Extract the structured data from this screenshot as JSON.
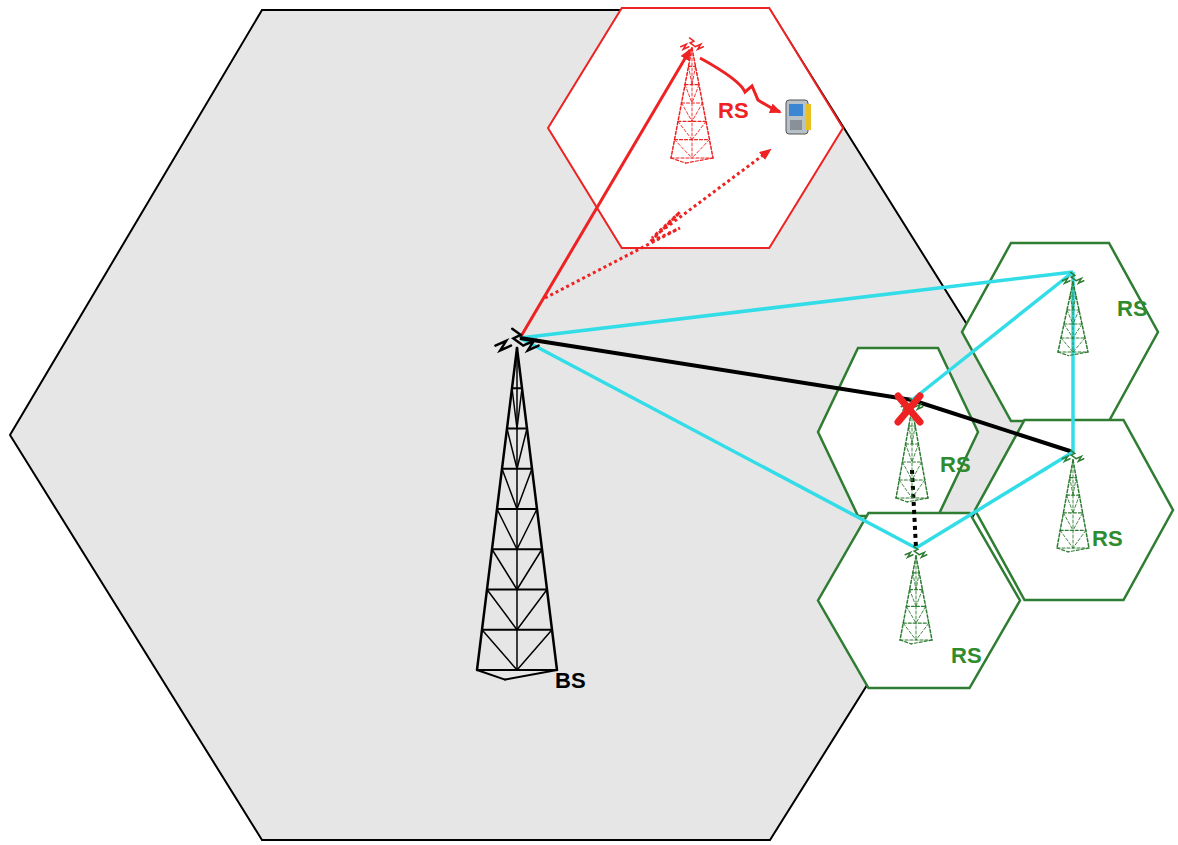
{
  "diagram": {
    "nodes": [
      {
        "text": [
          "BS"
        ]
      },
      {
        "text": [
          "RS"
        ]
      },
      {
        "text": [
          "RS"
        ]
      },
      {
        "text": [
          "RS"
        ]
      },
      {
        "text": [
          "RS"
        ]
      },
      {
        "text": [
          "RS"
        ]
      }
    ],
    "edges": [
      {
        "from": 0,
        "to": 1,
        "arrow": "to"
      },
      {
        "from": 0,
        "to": 2,
        "arrow": "none"
      },
      {
        "from": 0,
        "to": 5,
        "arrow": "none"
      },
      {
        "from": 0,
        "to": 3,
        "arrow": "none"
      },
      {
        "from": 3,
        "to": 4,
        "arrow": "none"
      },
      {
        "from": 3,
        "to": 2,
        "arrow": "none"
      },
      {
        "from": 2,
        "to": 4,
        "arrow": "none"
      },
      {
        "from": 5,
        "to": 4,
        "arrow": "none"
      },
      {
        "from": 3,
        "to": 5,
        "arrow": "none"
      }
    ]
  }
}
